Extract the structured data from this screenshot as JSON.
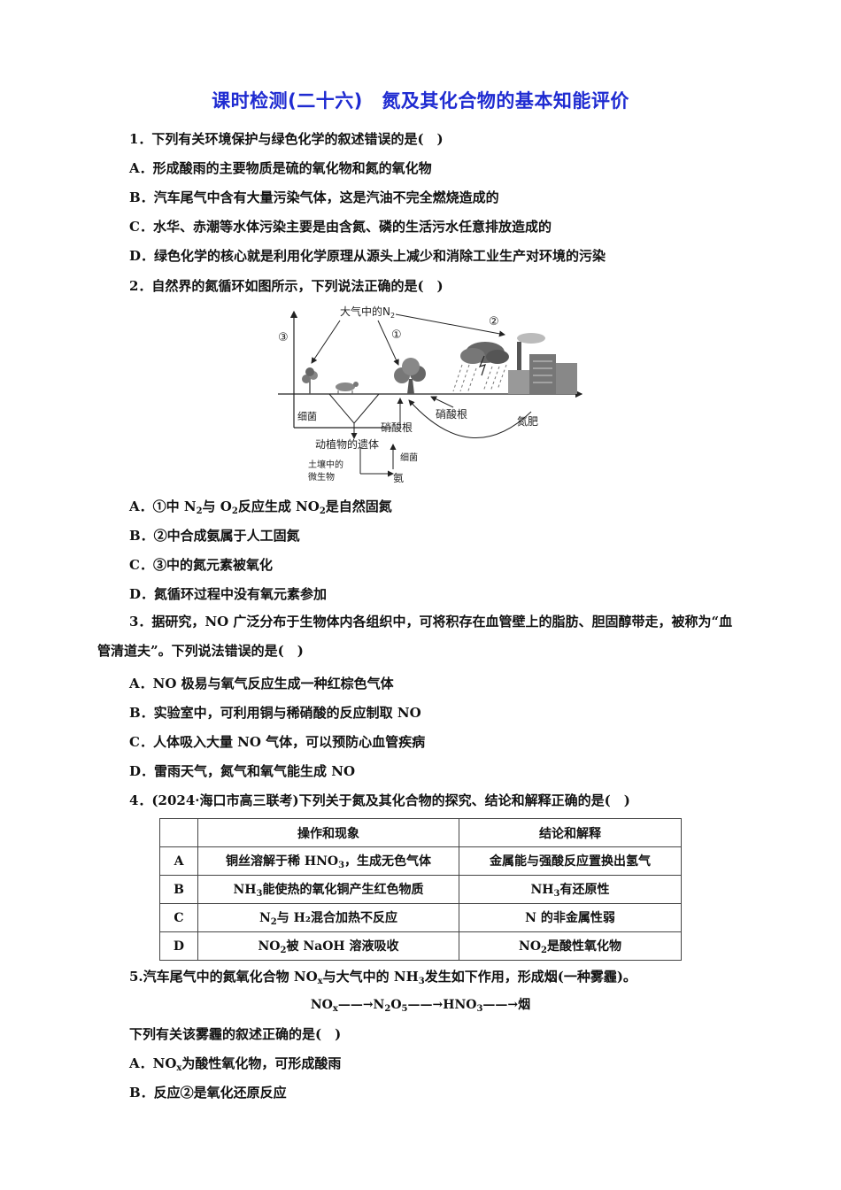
{
  "title": "课时检测(二十六)　氮及其化合物的基本知能评价",
  "q1": {
    "stem": "1．下列有关环境保护与绿色化学的叙述错误的是(　)",
    "a": "A．形成酸雨的主要物质是硫的氧化物和氮的氧化物",
    "b": "B．汽车尾气中含有大量污染气体，这是汽油不完全燃烧造成的",
    "c": "C．水华、赤潮等水体污染主要是由含氮、磷的生活污水任意排放造成的",
    "d": "D．绿色化学的核心就是利用化学原理从源头上减少和消除工业生产对环境的污染"
  },
  "q2": {
    "stem": "2．自然界的氮循环如图所示，下列说法正确的是(　)",
    "diagram": {
      "n2_label": "大气中的N",
      "n2_sub": "2",
      "mark1": "①",
      "mark2": "②",
      "mark3": "③",
      "bacteria1": "细菌",
      "nitrate1": "硝酸根",
      "nitrate2": "硝酸根",
      "fertilizer": "氮肥",
      "remains": "动植物的遗体",
      "soil_microbes_1": "土壤中的",
      "soil_microbes_2": "微生物",
      "bacteria2": "细菌",
      "ammonia": "氨"
    },
    "a_pre": "A．①中 N",
    "a_s1": "2",
    "a_mid": "与 O",
    "a_s2": "2",
    "a_mid2": "反应生成 NO",
    "a_s3": "2",
    "a_post": "是自然固氮",
    "b": "B．②中合成氨属于人工固氮",
    "c": "C．③中的氮元素被氧化",
    "d": "D．氮循环过程中没有氧元素参加"
  },
  "q3": {
    "stem": "3．据研究，NO 广泛分布于生物体内各组织中，可将积存在血管壁上的脂肪、胆固醇带走，被称为“血管清道夫”。下列说法错误的是(　)",
    "a": "A．NO 极易与氧气反应生成一种红棕色气体",
    "b": "B．实验室中，可利用铜与稀硝酸的反应制取 NO",
    "c": "C．人体吸入大量 NO 气体，可以预防心血管疾病",
    "d": "D．雷雨天气，氮气和氧气能生成 NO"
  },
  "q4": {
    "stem": "4．(2024·海口市高三联考)下列关于氮及其化合物的探究、结论和解释正确的是(　)",
    "table": {
      "h_op": "操作和现象",
      "h_con": "结论和解释",
      "rows": [
        {
          "k": "A",
          "op": "铜丝溶解于稀 HNO",
          "op_sub": "3",
          "op_post": "，生成无色气体",
          "con": "金属能与强酸反应置换出氢气",
          "con_sub": "",
          "con_post": ""
        },
        {
          "k": "B",
          "op": "NH",
          "op_sub": "3",
          "op_post": "能使热的氧化铜产生红色物质",
          "con": "NH",
          "con_sub": "3",
          "con_post": "有还原性"
        },
        {
          "k": "C",
          "op": "N",
          "op_sub": "2",
          "op_post": "与 H₂混合加热不反应",
          "con": "N 的非金属性弱",
          "con_sub": "",
          "con_post": ""
        },
        {
          "k": "D",
          "op": "NO",
          "op_sub": "2",
          "op_post": "被 NaOH 溶液吸收",
          "con": "NO",
          "con_sub": "2",
          "con_post": "是酸性氧化物"
        }
      ]
    }
  },
  "q5": {
    "stem_pre": "5.汽车尾气中的氮氧化合物 NO",
    "stem_x": "x",
    "stem_mid": "与大气中的 NH",
    "stem_3": "3",
    "stem_post": "发生如下作用，形成烟(一种雾霾)。",
    "eq_1": "NO",
    "eq_x": "x",
    "eq_2": "——→N",
    "eq_s2": "2",
    "eq_3": "O",
    "eq_s5": "5",
    "eq_4": "——→HNO",
    "eq_s3": "3",
    "eq_5": "——→烟",
    "ask": "下列有关该雾霾的叙述正确的是(　)",
    "a_pre": "A．NO",
    "a_x": "x",
    "a_post": "为酸性氧化物，可形成酸雨",
    "b": "B．反应②是氧化还原反应"
  }
}
